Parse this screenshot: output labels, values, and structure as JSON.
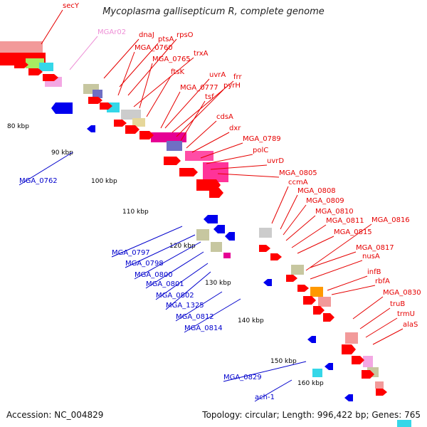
{
  "title": "Mycoplasma gallisepticum R, complete genome",
  "footer": {
    "accession": "Accession: NC_004829",
    "summary": "Topology: circular; Length: 996,422 bp; Genes: 765"
  },
  "colors": {
    "forward_label": "#e60000",
    "reverse_label": "#0000cc",
    "rna_label": "#ee8fd6",
    "forward_gene": "#ff0000",
    "reverse_gene": "#0000ee",
    "backbone": "#888888",
    "tick": "#1a8a1a"
  },
  "ruler": {
    "unit": "kbp",
    "labels": [
      "80 kbp",
      "90 kbp",
      "100 kbp",
      "110 kbp",
      "120 kbp",
      "130 kbp",
      "140 kbp",
      "150 kbp",
      "160 kbp"
    ]
  },
  "forward_labels": [
    "secY",
    "dnaJ",
    "ptsA",
    "rpsO",
    "MGA_0760",
    "trxA",
    "MGA_0765",
    "ftsK",
    "uvrA",
    "frr",
    "MGA_0777",
    "pyrH",
    "tsf",
    "cdsA",
    "dxr",
    "MGA_0789",
    "polC",
    "uvrD",
    "MGA_0805",
    "ccmA",
    "MGA_0808",
    "MGA_0809",
    "MGA_0810",
    "MGA_0811",
    "MGA_0816",
    "MGA_0815",
    "MGA_0817",
    "nusA",
    "infB",
    "rbfA",
    "MGA_0830",
    "truB",
    "trmU",
    "alaS"
  ],
  "rna_labels": [
    "MGAr02"
  ],
  "reverse_labels": [
    "MGA_0762",
    "MGA_0797",
    "MGA_0798",
    "MGA_0800",
    "MGA_0801",
    "MGA_0802",
    "MGA_1325",
    "MGA_0812",
    "MGA_0814",
    "MGA_0829",
    "ach-1"
  ]
}
